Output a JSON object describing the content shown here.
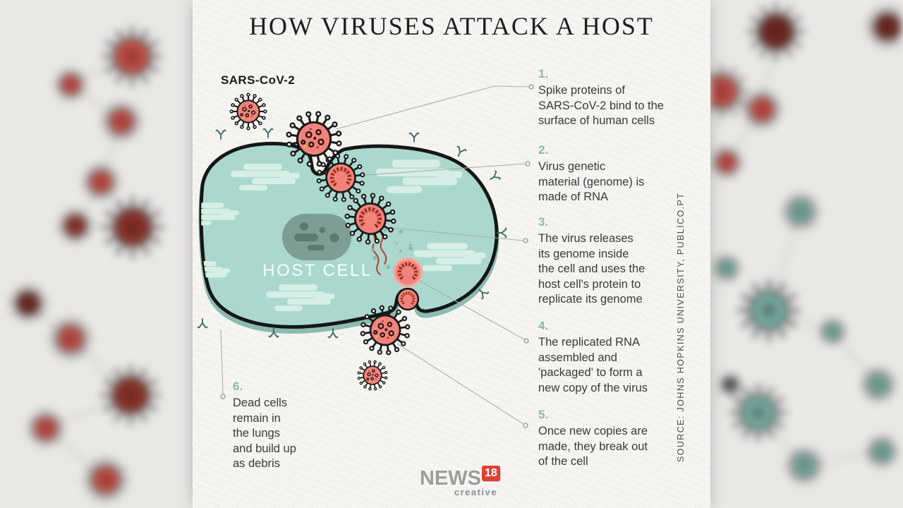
{
  "title": "HOW VIRUSES ATTACK A HOST",
  "diagram": {
    "virus_label": "SARS-CoV-2",
    "host_cell_label": "HOST CELL"
  },
  "annotations": [
    {
      "number": "1.",
      "text": "Spike proteins of\nSARS-CoV-2 bind to the\nsurface of human cells"
    },
    {
      "number": "2.",
      "text": "Virus genetic\nmaterial (genome) is\nmade of RNA"
    },
    {
      "number": "3.",
      "text": "The virus releases\nits genome inside\nthe cell and uses the\nhost cell's protein to\nreplicate its genome"
    },
    {
      "number": "4.",
      "text": "The replicated RNA\nassembled and\n'packaged' to form a\nnew copy of the virus"
    },
    {
      "number": "5.",
      "text": "Once new copies are\nmade, they break out\nof the cell"
    },
    {
      "number": "6.",
      "text": "Dead cells\nremain in\nthe lungs\nand build up\nas debris"
    }
  ],
  "source": "SOURCE: JOHNS HOPKINS UNIVERSITY, PUBLICO.PT",
  "logo": {
    "news": "NEWS",
    "num": "18",
    "creative": "creative"
  },
  "colors": {
    "accent_teal": "#89b8ae",
    "cell_fill": "#aad8ce",
    "cell_cloud": "#d6eee4",
    "virus_red": "#f2837b",
    "virus_outline": "#1a1a1a",
    "logo_red": "#e04034",
    "card_paper": "#f5f3ef"
  }
}
